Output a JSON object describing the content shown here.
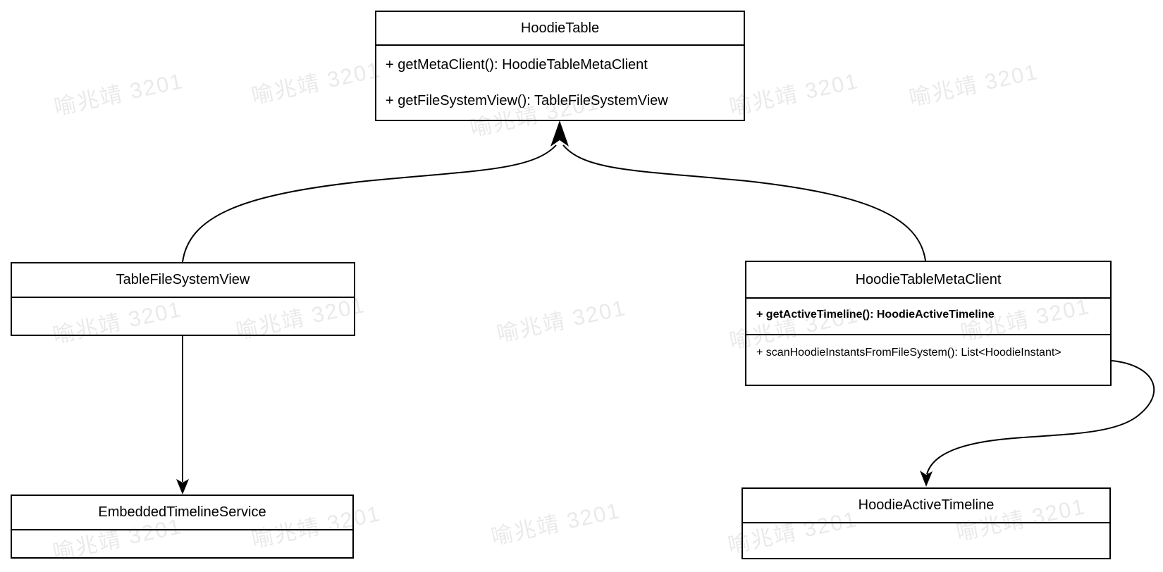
{
  "diagram_type": "uml-class-diagram",
  "classes": {
    "hoodieTable": {
      "name": "HoodieTable",
      "method1": "+ getMetaClient(): HoodieTableMetaClient",
      "method2": "+ getFileSystemView(): TableFileSystemView"
    },
    "tableFileSystemView": {
      "name": "TableFileSystemView"
    },
    "hoodieTableMetaClient": {
      "name": "HoodieTableMetaClient",
      "method1": "+ getActiveTimeline(): HoodieActiveTimeline",
      "method2": "+ scanHoodieInstantsFromFileSystem(): List<HoodieInstant>"
    },
    "embeddedTimelineService": {
      "name": "EmbeddedTimelineService"
    },
    "hoodieActiveTimeline": {
      "name": "HoodieActiveTimeline"
    }
  },
  "relations": [
    {
      "from": "TableFileSystemView",
      "to": "HoodieTable",
      "style": "curved-arrow"
    },
    {
      "from": "HoodieTableMetaClient",
      "to": "HoodieTable",
      "style": "curved-arrow"
    },
    {
      "from": "TableFileSystemView",
      "to": "EmbeddedTimelineService",
      "style": "straight-arrow"
    },
    {
      "from": "HoodieTableMetaClient",
      "to": "HoodieActiveTimeline",
      "style": "s-curve-arrow"
    }
  ],
  "watermark": {
    "text": "喻兆靖 3201",
    "color": "rgba(0,0,0,0.085)"
  },
  "colors": {
    "background": "#ffffff",
    "line": "#000000",
    "text": "#000000"
  }
}
